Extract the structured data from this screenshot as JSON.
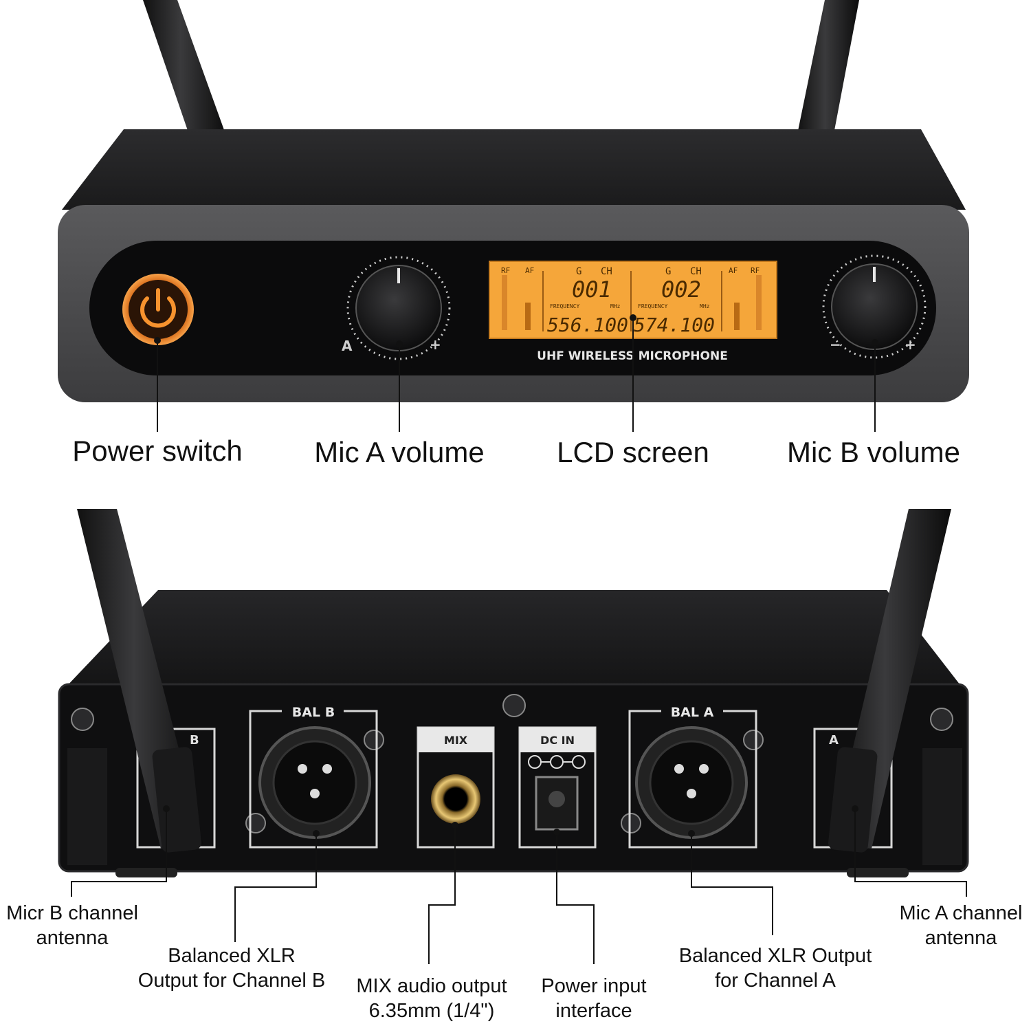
{
  "front": {
    "lcd": {
      "ch_label_a": "CH",
      "ch_label_b": "CH",
      "g_label_a": "G",
      "g_label_b": "G",
      "rf_label_left": "RF",
      "af_label_left": "AF",
      "rf_label_right": "RF",
      "af_label_right": "AF",
      "channel_a": "001",
      "channel_b": "002",
      "freq_label_a": "FREQUENCY",
      "freq_label_b": "FREQUENCY",
      "mhz_a": "MHz",
      "mhz_b": "MHz",
      "freq_a": "556.100",
      "freq_b": "574.100"
    },
    "brand_text": "UHF WIRELESS MICROPHONE",
    "knob_a_letter": "A",
    "knob_minus": "−",
    "knob_plus": "+",
    "labels": {
      "power": "Power switch",
      "mic_a": "Mic A volume",
      "lcd": "LCD screen",
      "mic_b": "Mic B volume"
    }
  },
  "back": {
    "port_bal_b": "BAL B",
    "port_bal_a": "BAL A",
    "port_mix": "MIX",
    "port_dc": "DC IN",
    "antenna_b_letter": "B",
    "antenna_a_letter": "A",
    "labels": {
      "antenna_b": [
        "Micr B channel",
        "antenna"
      ],
      "xlr_b": [
        "Balanced XLR",
        "Output for Channel B"
      ],
      "mix": [
        "MIX audio output",
        "6.35mm (1/4\")"
      ],
      "power_input": [
        "Power input",
        "interface"
      ],
      "xlr_a": [
        "Balanced XLR Output",
        "for Channel A"
      ],
      "antenna_a": [
        "Mic A channel",
        "antenna"
      ]
    }
  },
  "colors": {
    "lcd_background": "#f5a63a",
    "power_ring": "#f08a2a",
    "body_dark": "#1c1c1e",
    "bezel_gray": "#4a4a4c"
  }
}
